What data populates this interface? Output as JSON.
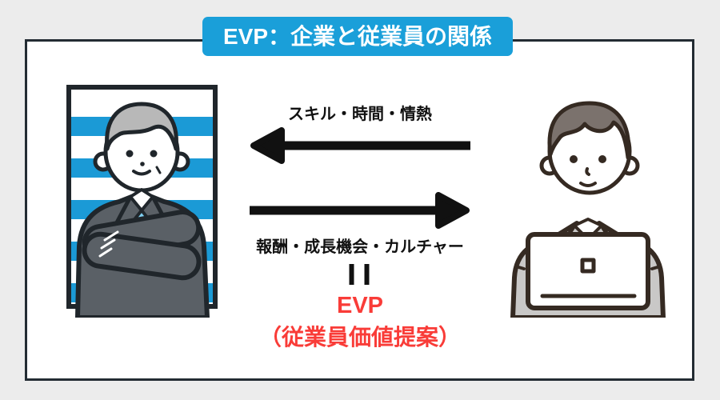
{
  "title": {
    "text": "EVP：企業と従業員の関係"
  },
  "flow": {
    "employee_to_company_label": "スキル・時間・情熱",
    "company_to_employee_label": "報酬・成長機会・カルチャー",
    "result": {
      "acronym": "EVP",
      "full_name": "（従業員価値提案）"
    }
  },
  "icons": {
    "arrow_to_company": "left-arrow-icon",
    "arrow_to_employee": "right-arrow-icon",
    "equals": "rotated-equals-icon"
  },
  "illustrations": {
    "left": "company-manager-crossed-arms",
    "right": "employee-working-on-laptop"
  },
  "colors": {
    "page_bg": "#ececec",
    "card_bg": "#ffffff",
    "card_border": "#232c33",
    "accent_blue": "#1a9fd9",
    "accent_red": "#f93c38",
    "ink": "#111111",
    "stripe_blue": "#1b9ad6",
    "suit_dark": "#5a6066",
    "suit_light": "#c9c8c7",
    "tie_light": "#7fd0f2",
    "tie_blue": "#2ba4dc",
    "hair_gray": "#b8b8b8",
    "hair_brown": "#7b726d",
    "outline_dark": "#20262b",
    "outline_brown": "#352a22"
  }
}
